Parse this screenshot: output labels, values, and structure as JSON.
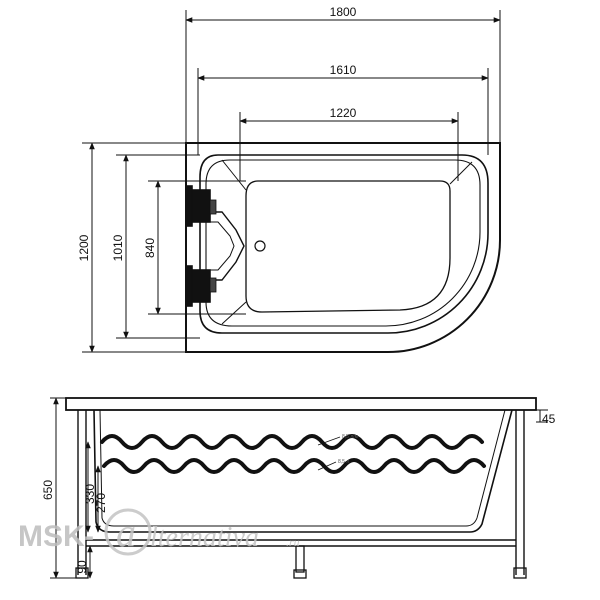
{
  "top_view": {
    "dimensions": {
      "overall_length": "1800",
      "inner_length": "1610",
      "bottom_length": "1220",
      "overall_width": "1200",
      "inner_width": "1010",
      "bottom_width": "840"
    }
  },
  "side_view": {
    "dimensions": {
      "rim_thickness": "45",
      "overall_height": "650",
      "upper_water_level": "330",
      "lower_water_level": "270",
      "leg_height": "90"
    },
    "water_labels": {
      "upper": "8,5 л/м",
      "lower": "8,5 л"
    }
  },
  "watermark": {
    "brand": "MSK",
    "logo_letter": "a",
    "tail": "lternativa",
    "domain": ".ru"
  }
}
